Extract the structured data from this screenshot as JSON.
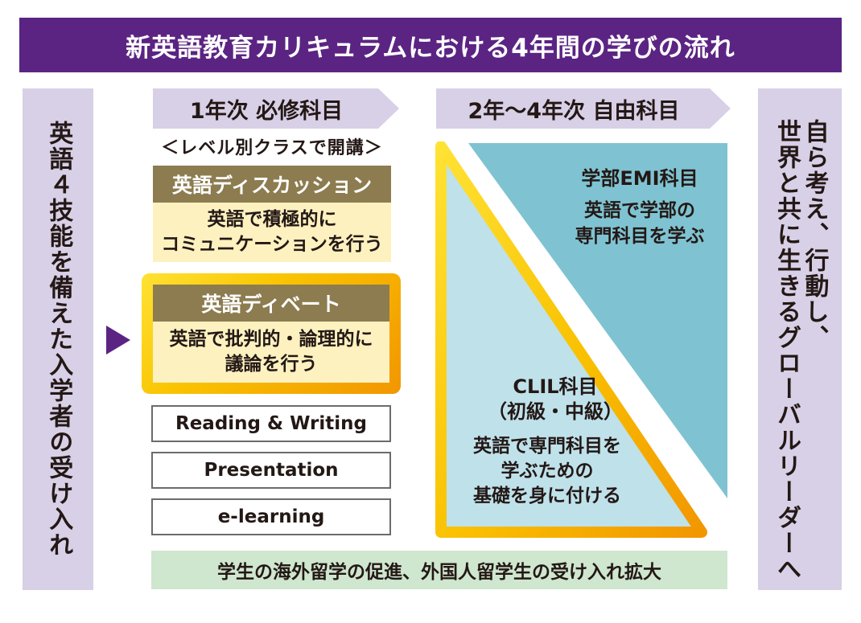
{
  "title": "新英語教育カリキュラムにおける4年間の学びの流れ",
  "left_column": {
    "text": "英語４技能を備えた入学者の受け入れ"
  },
  "right_column": {
    "line1": "自ら考え、行動し、",
    "line2": "世界と共に生きるグローバルリーダーへ"
  },
  "year1": {
    "banner": "1年次 必修科目",
    "level_note": "＜レベル別クラスで開講＞"
  },
  "years2_4": {
    "banner": "2年〜4年次 自由科目"
  },
  "discussion": {
    "heading": "英語ディスカッション",
    "line1": "英語で積極的に",
    "line2": "コミュニケーションを行う"
  },
  "debate": {
    "heading": "英語ディベート",
    "line1": "英語で批判的・論理的に",
    "line2": "議論を行う"
  },
  "skills": [
    "Reading & Writing",
    "Presentation",
    "e-learning"
  ],
  "emi": {
    "heading": "学部EMI科目",
    "line1": "英語で学部の",
    "line2": "専門科目を学ぶ"
  },
  "clil": {
    "heading": "CLIL科目",
    "sub": "（初級・中級）",
    "line1": "英語で専門科目を",
    "line2": "学ぶための",
    "line3": "基礎を身に付ける"
  },
  "bottom": {
    "text": "学生の海外留学の促進、外国人留学生の受け入れ拡大"
  },
  "colors": {
    "purple": "#5b2483",
    "lavender": "#d8d0e6",
    "olive": "#8c7c50",
    "cream": "#fdf1c0",
    "teal": "#7fc3d2",
    "light_blue": "#bfe1ea",
    "gold": "#f5b400",
    "green": "#cfe6cf"
  },
  "icons": {
    "arrow": "right-triangle-arrow-icon"
  }
}
